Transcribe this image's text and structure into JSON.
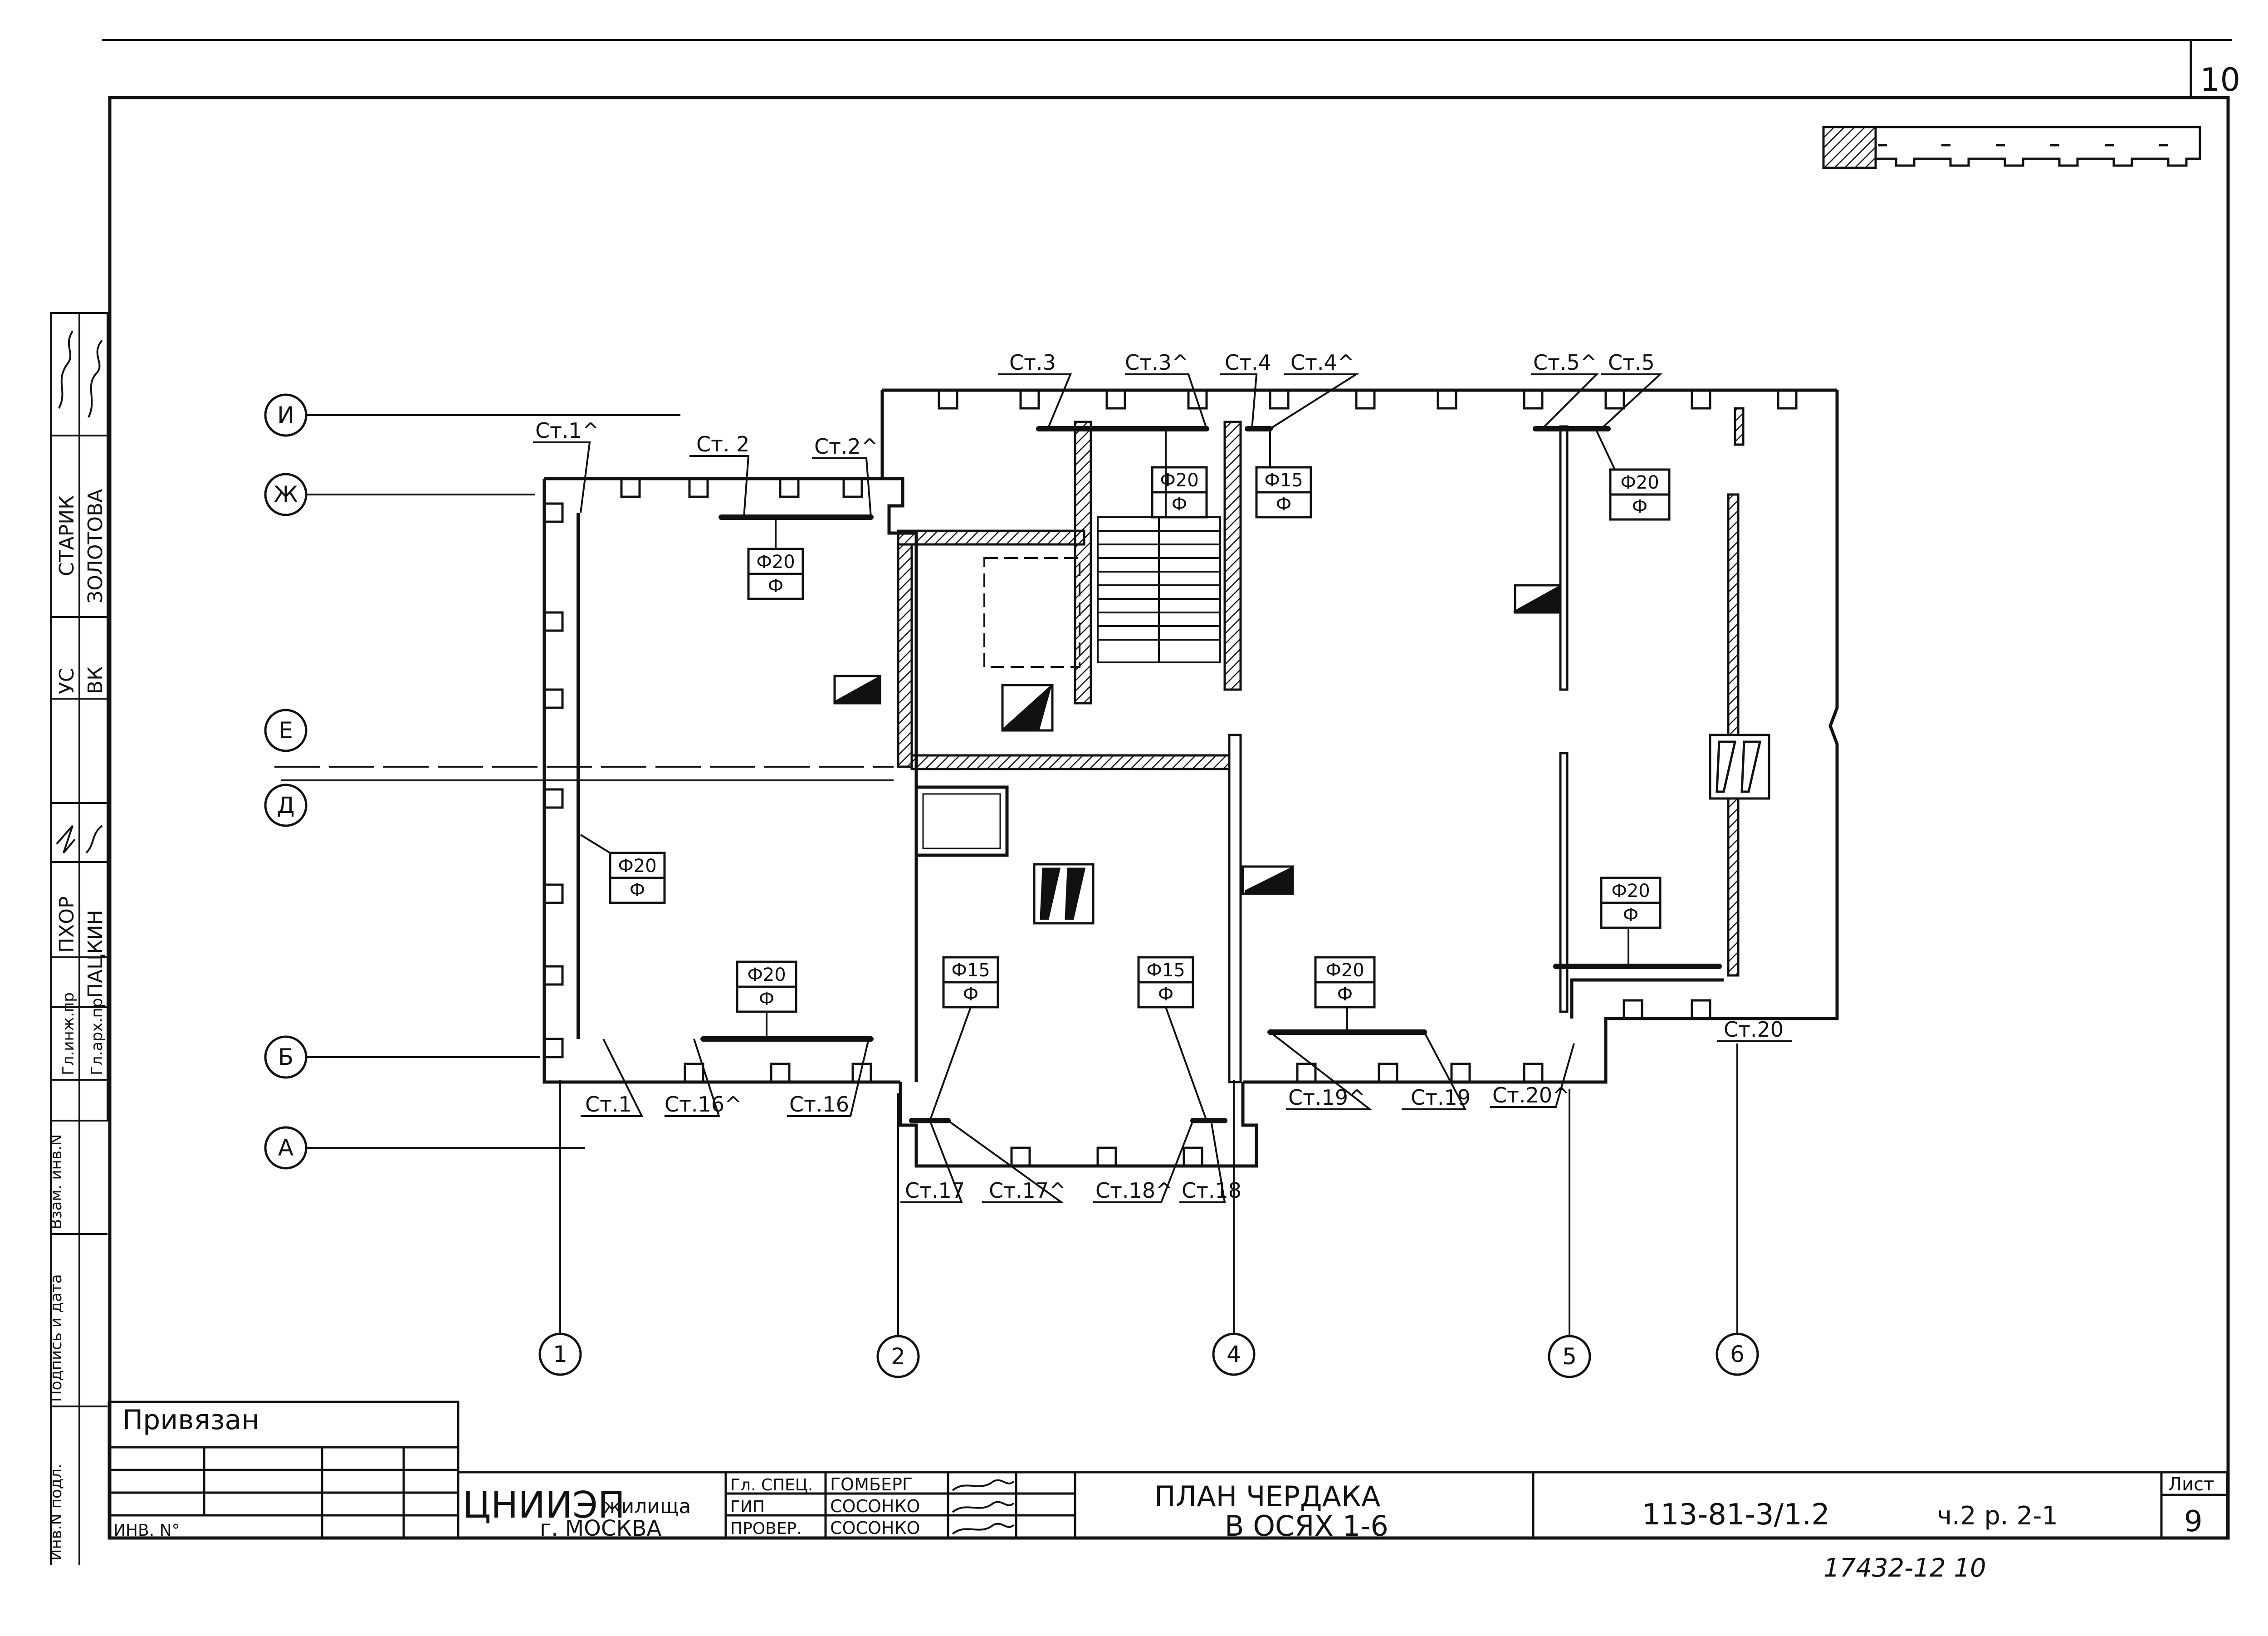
{
  "sheet_corner_number": "10",
  "axes": {
    "rows": [
      "И",
      "Ж",
      "Е",
      "Д",
      "Б",
      "А"
    ],
    "columns": [
      "1",
      "2",
      "4",
      "5",
      "6"
    ]
  },
  "wall_labels": [
    "Ст.1^",
    "Ст. 2",
    "Ст.2^",
    "Ст.3",
    "Ст.3^",
    "Ст.4",
    "Ст.4^",
    "Ст.5^",
    "Ст.5",
    "Ст.1",
    "Ст.16^",
    "Ст.16",
    "Ст.17",
    "Ст.17^",
    "Ст.18^",
    "Ст.18",
    "Ст.19^",
    "Ст.19",
    "Ст.20^",
    "Ст.20"
  ],
  "tags": [
    "Ф20",
    "Ф",
    "Ф20",
    "Ф",
    "Ф15",
    "Ф",
    "Ф20",
    "Ф",
    "Ф20",
    "Ф",
    "Ф20",
    "Ф",
    "Ф15",
    "Ф",
    "Ф15",
    "Ф",
    "Ф20",
    "Ф",
    "Ф20",
    "Ф"
  ],
  "left_strip": {
    "names": [
      "СТАРИК",
      "ЗОЛОТОВА",
      "ПХОР",
      "ПАЦКИН"
    ],
    "roles": [
      "УС",
      "ВК",
      "Гл.инж.пр",
      "Гл.арх.пр"
    ],
    "approvals": [
      "Инв.N подл.",
      "Подпись и дата",
      "Взам. инв.N"
    ]
  },
  "stamp": {
    "bound": "Привязан",
    "inv": "ИНВ. N°",
    "org_main": "ЦНИИЭП",
    "org_sub": "жилища",
    "city": "г. МОСКВА",
    "roles": [
      "Гл. СПЕЦ.",
      "ГИП",
      "ПРОВЕР."
    ],
    "names": [
      "ГОМБЕРГ",
      "СОСОНКО",
      "СОСОНКО"
    ],
    "title_line1": "ПЛАН ЧЕРДАКА",
    "title_line2": "В ОСЯХ 1-6",
    "code": "113-81-3/1.2",
    "part": "ч.2 р. 2-1",
    "sheet_label": "Лист",
    "sheet_num": "9",
    "archive": "17432-12 10"
  }
}
